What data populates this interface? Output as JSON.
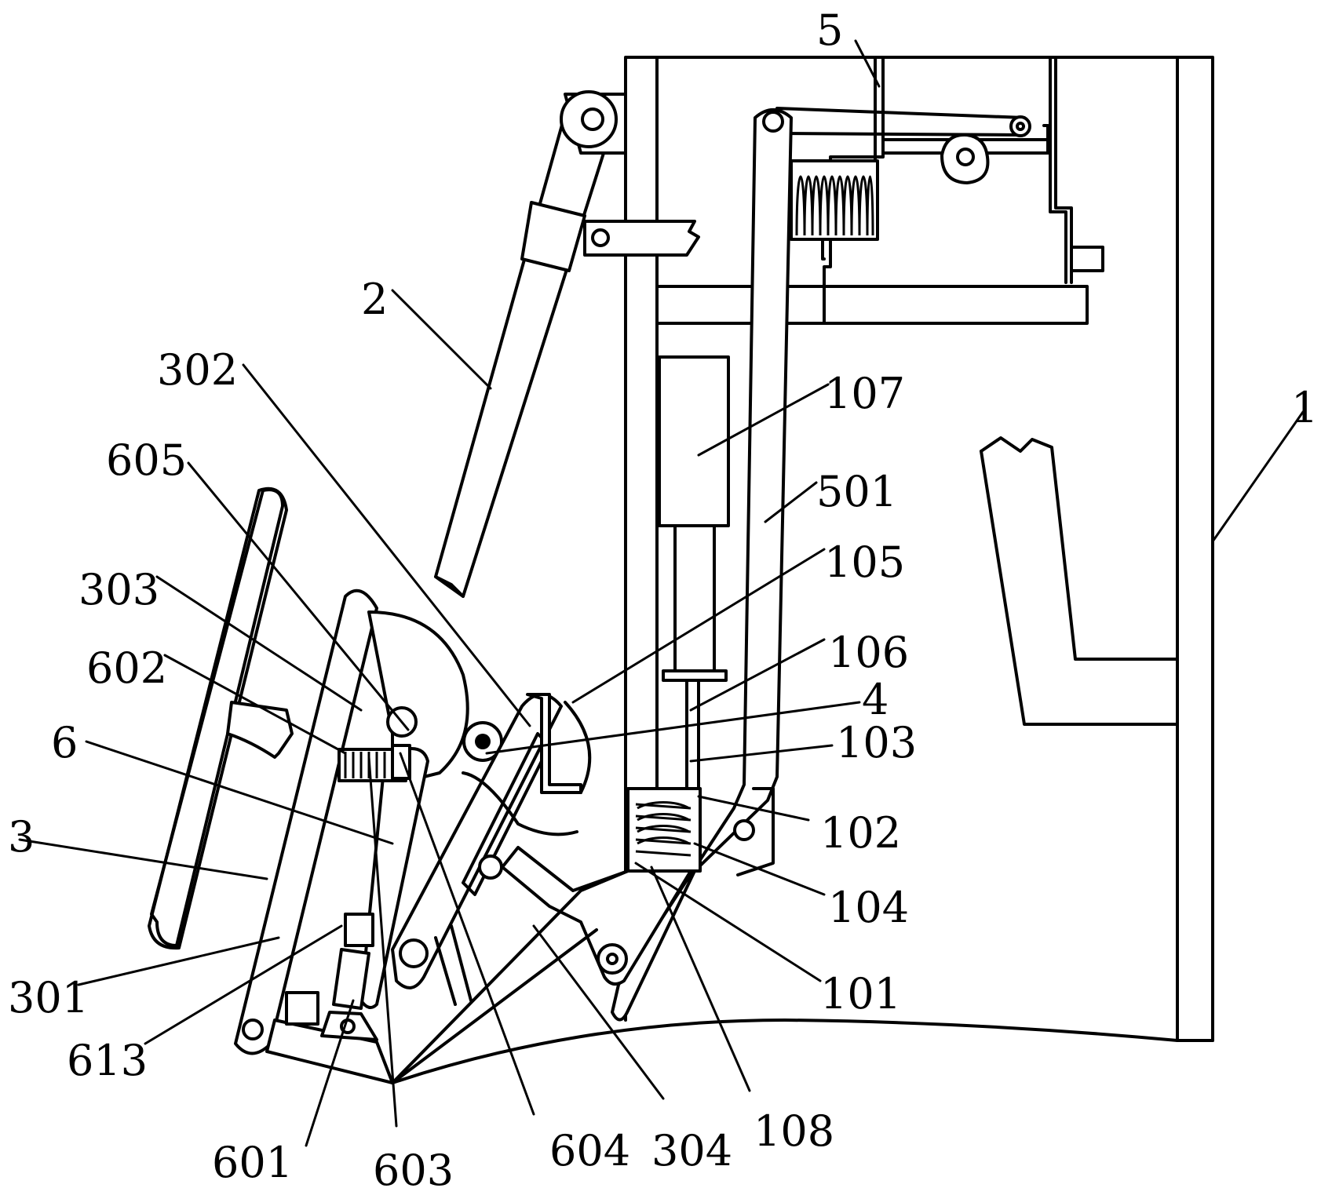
{
  "labels": {
    "l1": "1",
    "l2": "2",
    "l3": "3",
    "l4": "4",
    "l5": "5",
    "l6": "6",
    "l101": "101",
    "l102": "102",
    "l103": "103",
    "l104": "104",
    "l105": "105",
    "l106": "106",
    "l107": "107",
    "l108": "108",
    "l301": "301",
    "l302": "302",
    "l303": "303",
    "l304": "304",
    "l501": "501",
    "l601": "601",
    "l602": "602",
    "l603": "603",
    "l604": "604",
    "l605": "605",
    "l613": "613"
  }
}
